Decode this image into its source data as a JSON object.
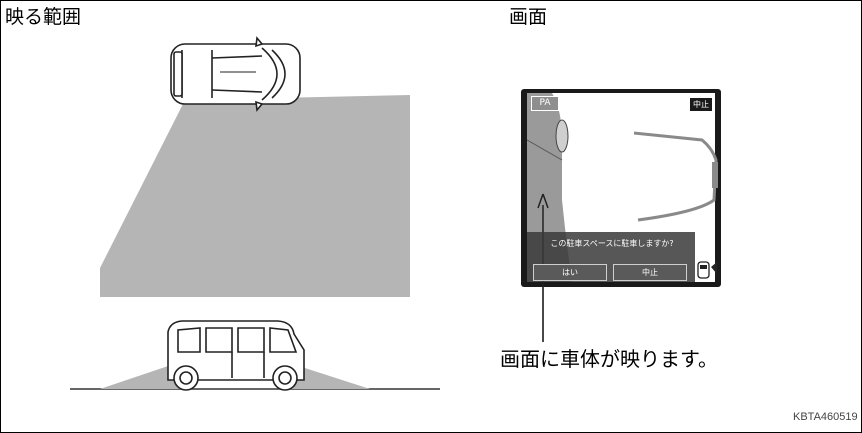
{
  "left_heading": "映る範囲",
  "right_heading": "画面",
  "screen": {
    "pa_badge": "PA",
    "stop_badge": "中止",
    "prompt": "この駐車スペースに駐車しますか?",
    "yes_button": "はい",
    "stop_button": "中止"
  },
  "caption": "画面に車体が映ります。",
  "figure_code": "KBTA460519",
  "colors": {
    "coverage_gray": "#b5b5b5",
    "screen_bg": "#ffffff",
    "screen_frame": "#1a1a1a",
    "dark_bar": "#3a3a3a",
    "button_gray": "#5a5a5a"
  }
}
